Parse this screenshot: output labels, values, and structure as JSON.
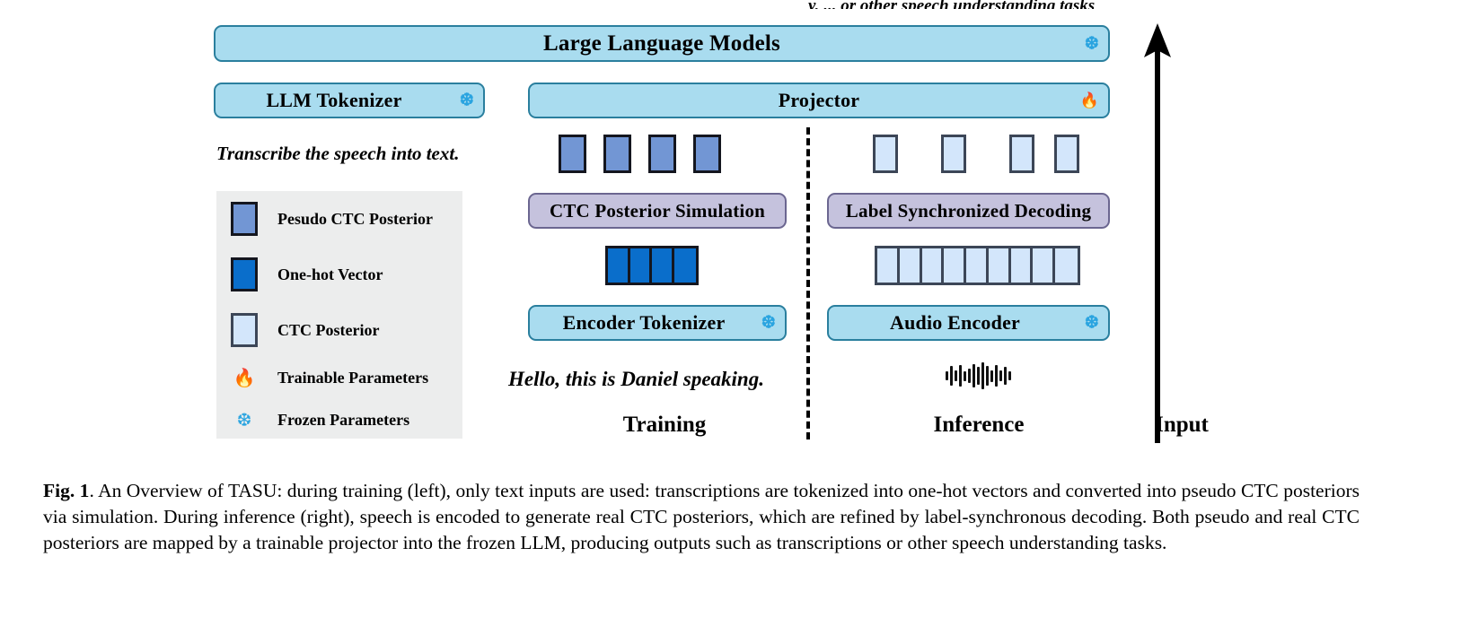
{
  "figure": {
    "top_partial_text": "y, ... or other speech understanding tasks",
    "blocks": {
      "llm": {
        "label": "Large Language Models",
        "badge": "snowflake-icon",
        "badge_glyph": "❆"
      },
      "llm_tokenizer": {
        "label": "LLM Tokenizer",
        "badge": "snowflake-icon",
        "badge_glyph": "❆"
      },
      "projector": {
        "label": "Projector",
        "badge": "flame-icon",
        "badge_glyph": "🔥"
      },
      "ctc_posterior_simulation": {
        "label": "CTC Posterior Simulation"
      },
      "label_synchronized_decoding": {
        "label": "Label Synchronized Decoding"
      },
      "encoder_tokenizer": {
        "label": "Encoder Tokenizer",
        "badge": "snowflake-icon",
        "badge_glyph": "❆"
      },
      "audio_encoder": {
        "label": "Audio Encoder",
        "badge": "snowflake-icon",
        "badge_glyph": "❆"
      }
    },
    "prompt_text": "Transcribe the speech into text.",
    "transcript_text": "Hello, this is Daniel speaking.",
    "stage_labels": {
      "training": "Training",
      "inference": "Inference",
      "input": "Input"
    },
    "tokens": {
      "pseudo_ctc_count": 4,
      "ctc_posterior_top_count": 4,
      "one_hot_cell_count": 4,
      "ctc_posterior_strip_count": 9
    },
    "waveform_bars": [
      10,
      22,
      12,
      24,
      11,
      16,
      26,
      20,
      30,
      22,
      13,
      24,
      12,
      20,
      10
    ]
  },
  "legend": {
    "items": [
      {
        "type": "swatch",
        "swatch": "pseudo-ctc-posterior",
        "label": "Pesudo CTC Posterior"
      },
      {
        "type": "swatch",
        "swatch": "one-hot-vector",
        "label": "One-hot Vector"
      },
      {
        "type": "swatch",
        "swatch": "ctc-posterior",
        "label": "CTC Posterior"
      },
      {
        "type": "icon",
        "icon": "flame-icon",
        "glyph": "🔥",
        "label": "Trainable Parameters"
      },
      {
        "type": "icon",
        "icon": "snowflake-icon",
        "glyph": "❆",
        "label": "Frozen Parameters"
      }
    ]
  },
  "caption": {
    "figure_number": "Fig. 1",
    "text": ". An Overview of TASU: during training (left), only text inputs are used: transcriptions are tokenized into one-hot vectors and converted into pseudo CTC posteriors via simulation. During inference (right), speech is encoded to generate real CTC posteriors, which are refined by label-synchronous decoding. Both pseudo and real CTC posteriors are mapped by a trainable projector into the frozen LLM, producing outputs such as transcriptions or other speech understanding tasks."
  },
  "colors": {
    "box_blue_fill": "#a9dcef",
    "box_blue_border": "#2a7f9e",
    "box_purple_fill": "#c5c2dd",
    "box_purple_border": "#6b6690",
    "pseudo_ctc": "#7296d4",
    "one_hot": "#0a6ecb",
    "ctc_posterior": "#d3e6fb",
    "flame": "#e8564a",
    "snowflake": "#2aa4e0",
    "legend_bg": "#eceded"
  }
}
